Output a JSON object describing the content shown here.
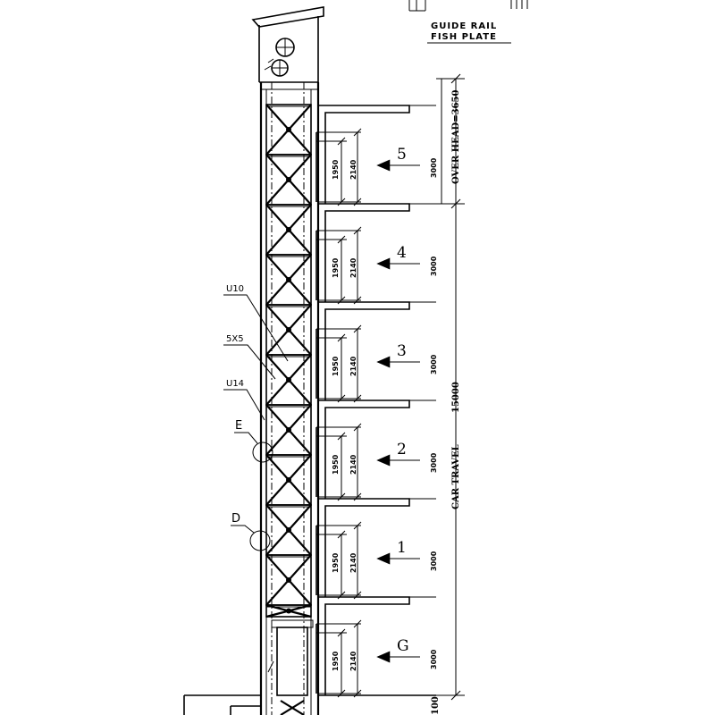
{
  "header": {
    "label_line1": "GUIDE RAIL",
    "label_line2": "FISH PLATE"
  },
  "members": {
    "upright": "U10",
    "bracing": "5X5",
    "post": "U14"
  },
  "details": {
    "e": "E",
    "d": "D"
  },
  "dimensions": {
    "overhead": "OVER HEAD=3650",
    "total": "15000",
    "car_travel": "CAR TRAVEL",
    "pit_partial": "100"
  },
  "floors": [
    {
      "label": "5",
      "door_width": "1950",
      "frame_width": "2140",
      "height": "3000"
    },
    {
      "label": "4",
      "door_width": "1950",
      "frame_width": "2140",
      "height": "3000"
    },
    {
      "label": "3",
      "door_width": "1950",
      "frame_width": "2140",
      "height": "3000"
    },
    {
      "label": "2",
      "door_width": "1950",
      "frame_width": "2140",
      "height": "3000"
    },
    {
      "label": "1",
      "door_width": "1950",
      "frame_width": "2140",
      "height": "3000"
    },
    {
      "label": "G",
      "door_width": "1950",
      "frame_width": "2140",
      "height": "3000"
    }
  ]
}
